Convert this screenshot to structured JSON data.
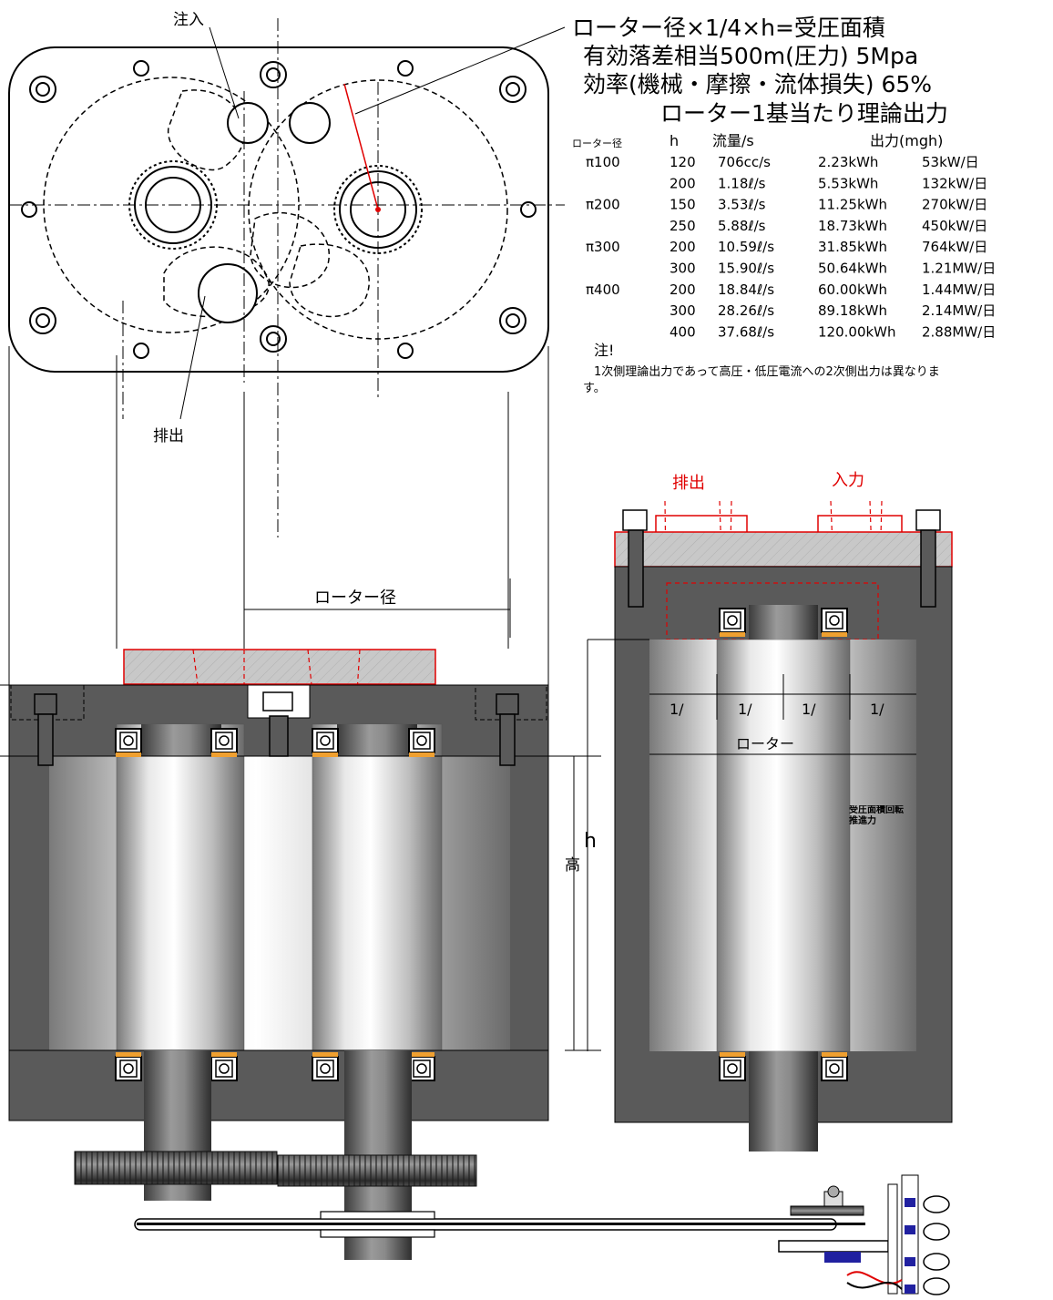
{
  "labels": {
    "inject": "注入",
    "discharge": "排出",
    "rotor_diameter": "ローター径",
    "h": "h",
    "height": "高",
    "side_discharge": "排出",
    "side_input": "入力",
    "quarter": "1/",
    "rotor": "ローター",
    "pressure_area": "受圧面積回転推進力"
  },
  "info": {
    "line1": "ローター径×1/4×h=受圧面積",
    "line2": "有効落差相当500m(圧力) 5Mpa",
    "line3": "効率(機械・摩擦・流体損失) 65%",
    "line4": "ローター1基当たり理論出力"
  },
  "table": {
    "headers": [
      "ローター径",
      "h",
      "流量/s",
      "出力(mgh)"
    ],
    "rows": [
      [
        "π100",
        "120",
        "706cc/s",
        "2.23kWh",
        "53kW/日"
      ],
      [
        "",
        "200",
        "1.18ℓ/s",
        "5.53kWh",
        "132kW/日"
      ],
      [
        "π200",
        "150",
        "3.53ℓ/s",
        "11.25kWh",
        "270kW/日"
      ],
      [
        "",
        "250",
        "5.88ℓ/s",
        "18.73kWh",
        "450kW/日"
      ],
      [
        "π300",
        "200",
        "10.59ℓ/s",
        "31.85kWh",
        "764kW/日"
      ],
      [
        "",
        "300",
        "15.90ℓ/s",
        "50.64kWh",
        "1.21MW/日"
      ],
      [
        "π400",
        "200",
        "18.84ℓ/s",
        "60.00kWh",
        "1.44MW/日"
      ],
      [
        "",
        "300",
        "28.26ℓ/s",
        "89.18kWh",
        "2.14MW/日"
      ],
      [
        "",
        "400",
        "37.68ℓ/s",
        "120.00kWh",
        "2.88MW/日"
      ]
    ]
  },
  "note": {
    "title": "注!",
    "line1": "1次側理論出力であって高圧・低圧電流への2次側出力は異なりま",
    "line2": "す。"
  },
  "colors": {
    "housing": "#5a5a5a",
    "red_line": "#e00000",
    "bearing_orange": "#f0a030",
    "motor_blue": "#2020a0"
  }
}
